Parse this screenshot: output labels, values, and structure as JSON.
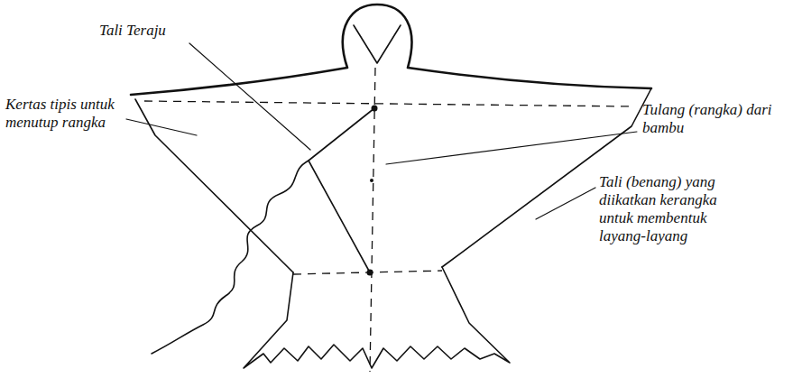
{
  "diagram": {
    "labels": [
      "Tali Teraju",
      "Kertas tipis untuk menutup rangka",
      "Tulang (rangka) dari bambu",
      "Tali (benang) yang diikatkan kerangka untuk membentuk layang-layang"
    ]
  }
}
